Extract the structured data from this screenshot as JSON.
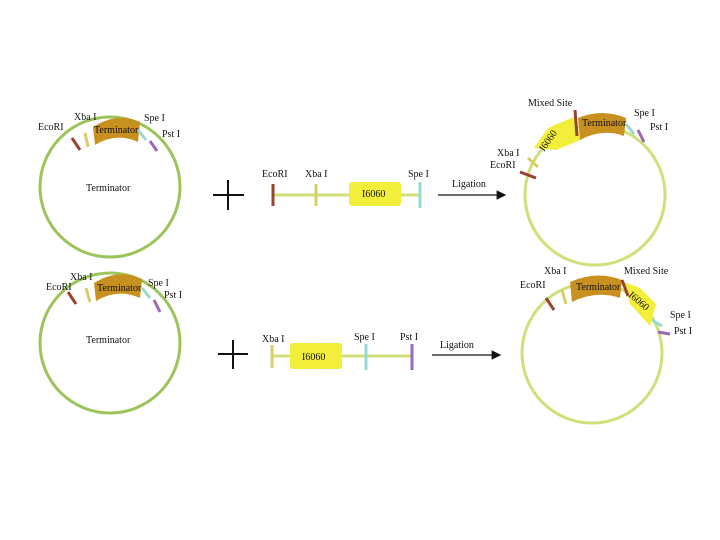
{
  "colors": {
    "plasmid": "#9bc45a",
    "plasmid_light": "#cfe07a",
    "terminator_fill": "#c8901f",
    "insert_fill": "#f2ee3a",
    "ecori": "#9a4430",
    "xbai": "#d8cd6a",
    "spei": "#9ad8d8",
    "psti": "#9a6ab8",
    "backbone": "#cfe07a"
  },
  "top": {
    "vector": {
      "circle_label": "Terminator",
      "part_label": "Terminator",
      "ecori": "EcoRI",
      "xbai": "Xba I",
      "spei": "Spe I",
      "psti": "Pst I"
    },
    "plus": "+",
    "insert": {
      "ecori": "EcoRI",
      "xbai": "Xba I",
      "spei": "Spe I",
      "part": "I6060"
    },
    "arrow_label": "Ligation",
    "product": {
      "mixed_site": "Mixed Site",
      "xbai": "Xba I",
      "ecori": "EcoRI",
      "insert_part": "I6060",
      "terminator": "Terminator",
      "spei": "Spe I",
      "psti": "Pst I"
    }
  },
  "bottom": {
    "vector": {
      "circle_label": "Terminator",
      "part_label": "Terminator",
      "ecori": "EcoRI",
      "xbai": "Xba I",
      "spei": "Spe I",
      "psti": "Pst I"
    },
    "plus": "+",
    "insert": {
      "xbai": "Xba I",
      "part": "I6060",
      "spei": "Spe I",
      "psti": "Pst I"
    },
    "arrow_label": "Ligation",
    "product": {
      "xbai": "Xba I",
      "ecori": "EcoRI",
      "terminator": "Terminator",
      "mixed_site": "Mixed Site",
      "insert_part": "I6060",
      "spei": "Spe I",
      "psti": "Pst I"
    }
  }
}
